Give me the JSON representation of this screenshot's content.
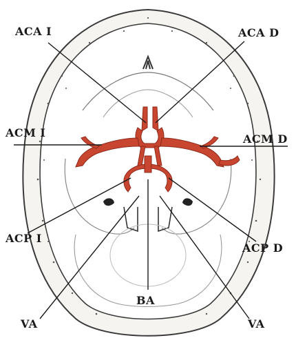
{
  "figure": {
    "labels": {
      "aca_i": "ACA I",
      "aca_d": "ACA D",
      "acm_i": "ACM I",
      "acm_d": "ACM D",
      "acp_i": "ACP I",
      "acp_d": "ACP D",
      "ba": "BA",
      "va_left": "VA",
      "va_right": "VA"
    },
    "colors": {
      "artery": "#c8452f",
      "ink": "#2a2a2a",
      "background": "#ffffff"
    }
  }
}
